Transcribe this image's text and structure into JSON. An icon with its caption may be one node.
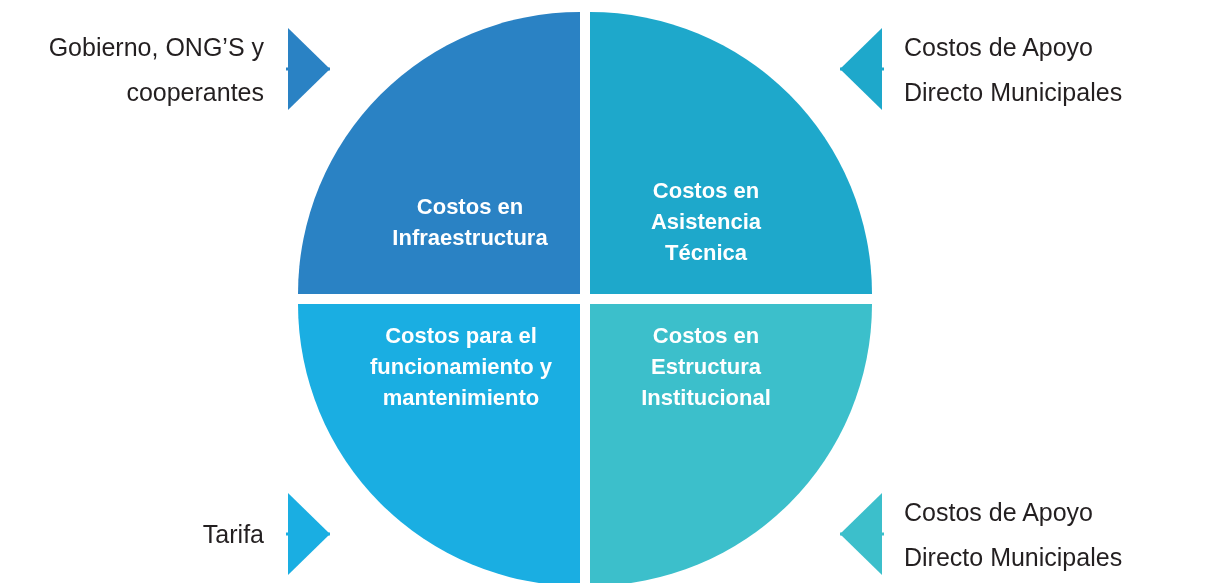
{
  "diagram": {
    "nodes": [
      {
        "text": [
          "Costos en Infraestructura"
        ]
      },
      {
        "text": [
          "Costos en Asistencia Técnica"
        ]
      },
      {
        "text": [
          "Costos para el funcionamiento y mantenimiento"
        ]
      },
      {
        "text": [
          "Costos en Estructura Institucional"
        ]
      },
      {
        "text": [
          "Gobierno, ONG’S y cooperantes"
        ]
      },
      {
        "text": [
          "Costos de Apoyo Directo Municipales"
        ]
      },
      {
        "text": [
          "Tarifa"
        ]
      },
      {
        "text": [
          "Costos de Apoyo Directo Municipales"
        ]
      }
    ],
    "edges": [
      {
        "from": 4,
        "to": 0,
        "arrow": "to",
        "color": "#2a82c4"
      },
      {
        "from": 5,
        "to": 1,
        "arrow": "to",
        "color": "#1ea8cb"
      },
      {
        "from": 6,
        "to": 2,
        "arrow": "to",
        "color": "#1aaee2"
      },
      {
        "from": 7,
        "to": 3,
        "arrow": "to",
        "color": "#3cbfcb"
      }
    ]
  }
}
